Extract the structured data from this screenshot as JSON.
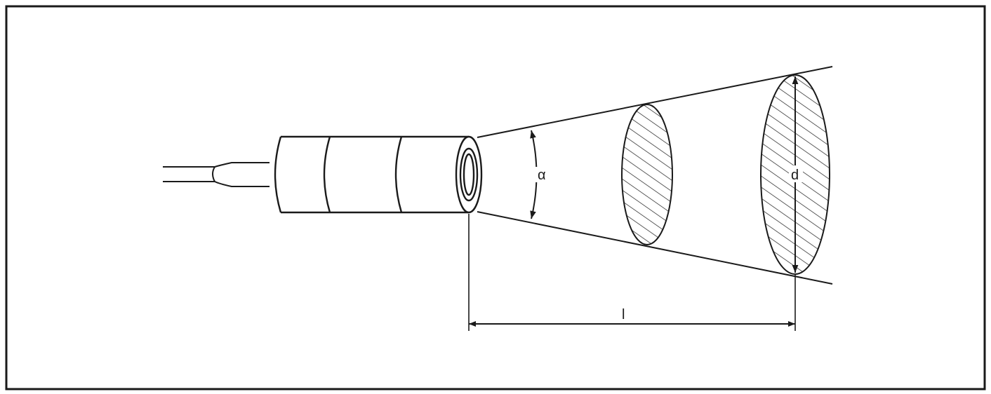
{
  "labels": {
    "angle": "α",
    "diameter": "d",
    "length": "l"
  },
  "colors": {
    "stroke": "#1a1a1a",
    "background": "#ffffff"
  }
}
